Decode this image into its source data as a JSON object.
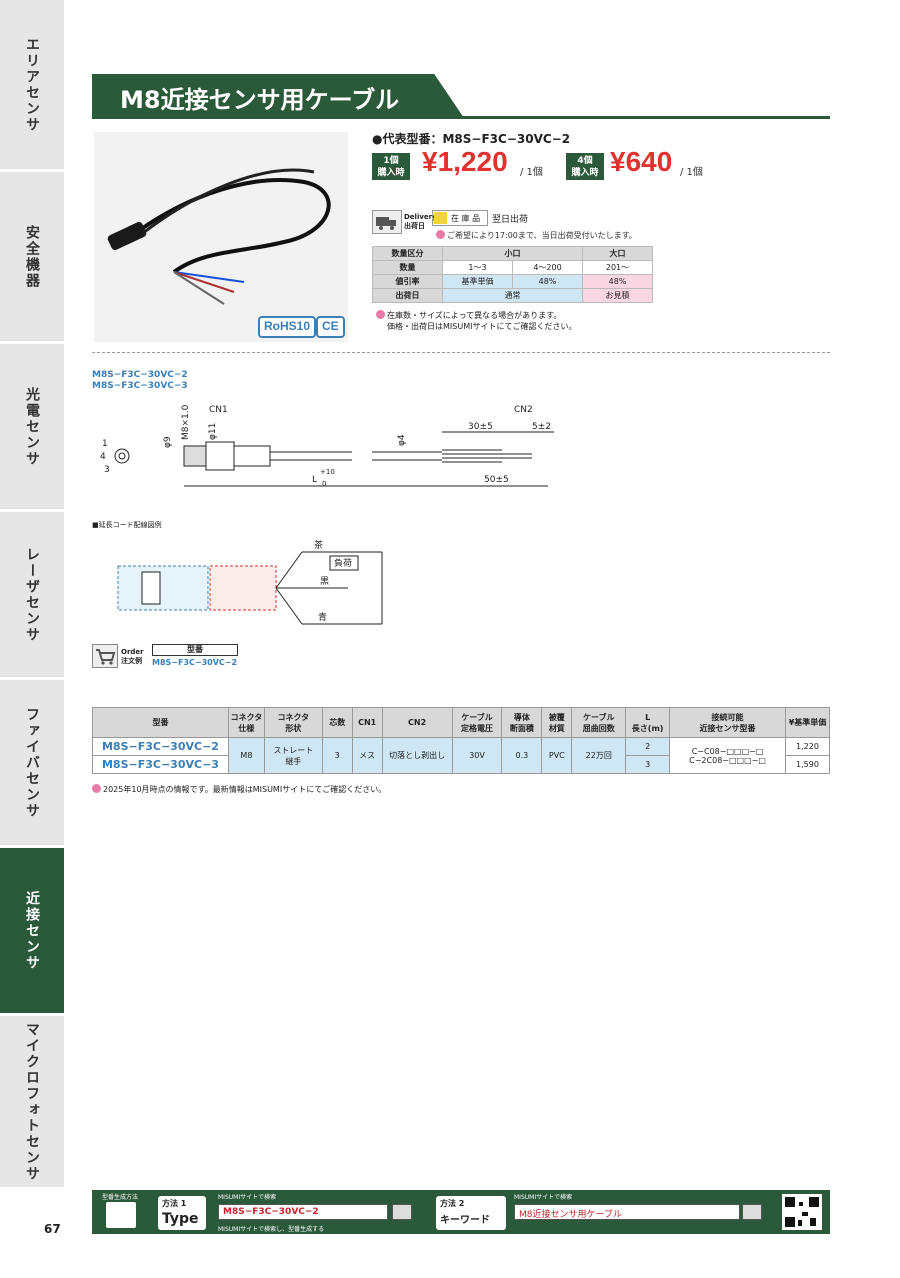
{
  "side_tabs": [
    {
      "label": "エリアセンサ",
      "active": false
    },
    {
      "label": "安全機器",
      "active": false
    },
    {
      "label": "光電センサ",
      "active": false
    },
    {
      "label": "レーザセンサ",
      "active": false
    },
    {
      "label": "ファイバセンサ",
      "active": false
    },
    {
      "label": "近接センサ",
      "active": true
    },
    {
      "label": "マイクロフォトセンサ",
      "active": false
    }
  ],
  "page_number": "67",
  "title": "M8近接センサ用ケーブル",
  "badges": {
    "rohs": "RoHS10",
    "ce": "CE"
  },
  "price_block": {
    "rep_model": "●代表型番：M8S−F3C−30VC−2",
    "qty1_label": "1個\n購入時",
    "price1": "¥1,220",
    "per1": "/ 1個",
    "qty4_label": "4個\n購入時",
    "price4": "¥640",
    "per4": "/ 1個"
  },
  "delivery": {
    "caption": "Delivery\n出荷日",
    "stock": "在 庫 品",
    "next_day": "翌日出荷",
    "note": "ご希望により17:00まで、当日出荷受付いたします。"
  },
  "price_table": {
    "header": [
      "数量区分",
      "小口",
      "大口"
    ],
    "rows": [
      {
        "label": "数量",
        "cells": [
          "1〜3",
          "4〜200",
          "201〜"
        ]
      },
      {
        "label": "値引率",
        "cells": [
          "基準単価",
          "48%",
          "48%"
        ]
      },
      {
        "label": "出荷日",
        "cells": [
          "通常",
          "お見積"
        ]
      }
    ]
  },
  "price_notes": [
    "在庫数・サイズによって異なる場合があります。",
    "価格・出荷日はMISUMIサイトにてご確認ください。"
  ],
  "drawing": {
    "models": [
      "M8S−F3C−30VC−2",
      "M8S−F3C−30VC−3"
    ],
    "cn1": "CN1",
    "cn2": "CN2",
    "dia9": "φ9",
    "thread": "M8×1.0",
    "dia11": "φ11",
    "dia4": "φ4",
    "dim_30": "30±5",
    "dim_5": "5±2",
    "dim_50": "50±5",
    "dim_l": "L",
    "dim_l_tol": "+10",
    "dim_l_tol_lo": "0",
    "pin1": "1",
    "pin4": "4",
    "pin3": "3"
  },
  "wiring": {
    "title": "■延長コード配線図例",
    "brown": "茶",
    "load": "負荷",
    "black": "黒",
    "blue": "青"
  },
  "order": {
    "caption": "Order\n注文例",
    "head": "型番",
    "example": "M8S−F3C−30VC−2"
  },
  "spec_table": {
    "headers": [
      "型番",
      "コネクタ\n仕様",
      "コネクタ\n形状",
      "芯数",
      "CN1",
      "CN2",
      "ケーブル\n定格電圧",
      "導体\n断面積",
      "被覆\n材質",
      "ケーブル\n屈曲回数",
      "L\n長さ(m)",
      "接続可能\n近接センサ型番",
      "¥基準単価"
    ],
    "models": [
      "M8S−F3C−30VC−2",
      "M8S−F3C−30VC−3"
    ],
    "connector_spec": "M8",
    "connector_shape": "ストレート\n継手",
    "cores": "3",
    "cn1": "メス",
    "cn2": "切落とし剥出し",
    "voltage": "30V",
    "area": "0.3",
    "material": "PVC",
    "bend": "22万回",
    "lengths": [
      "2",
      "3"
    ],
    "sensors": "C−C08−□□□−□\nC−2C08−□□□−□",
    "prices": [
      "1,220",
      "1,590"
    ]
  },
  "spec_note": "2025年10月時点の情報です。最新情報はMISUMIサイトにてご確認ください。",
  "footer": {
    "gen_label": "型番生成方法",
    "method1": "方法 1",
    "type": "Type",
    "site_search1": "MISUMIサイトで検索",
    "search1_value": "M8S−F3C−30VC−2",
    "gen_note": "MISUMIサイトで検索し、型番生成する",
    "method2": "方法 2",
    "keyword": "キーワード",
    "site_search2": "MISUMIサイトで検索",
    "search2_value": "M8近接センサ用ケーブル"
  },
  "colors": {
    "brand_green": "#2a5a3a",
    "price_red": "#e0322e",
    "link_blue": "#3a7fb5",
    "cell_blue": "#cfe7f5",
    "cell_pink": "#f9d6e2"
  }
}
